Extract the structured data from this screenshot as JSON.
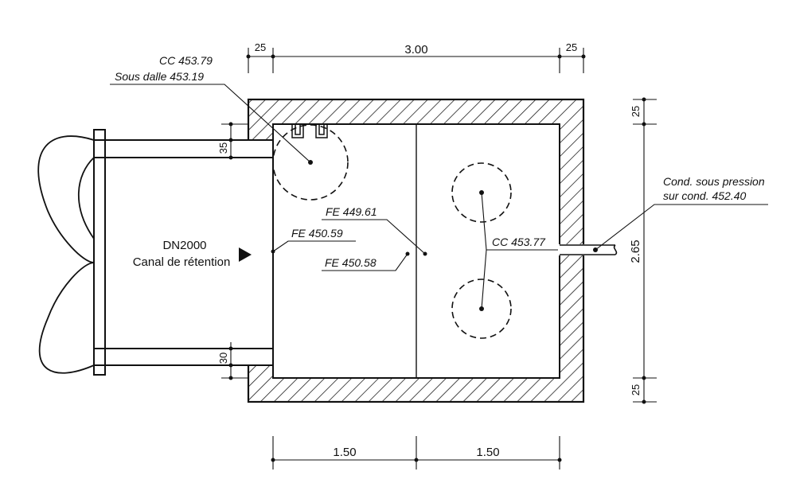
{
  "dimensions": {
    "top_left_wall": "25",
    "top_span": "3.00",
    "top_right_wall": "25",
    "right_top_wall": "25",
    "right_span": "2.65",
    "right_bottom_wall": "25",
    "bottom_left_half": "1.50",
    "bottom_right_half": "1.50",
    "pipe_top_wall": "35",
    "pipe_bottom_wall": "30"
  },
  "annotations": {
    "cc_top_line1": "CC 453.79",
    "cc_top_line2": "Sous dalle 453.19",
    "fe_center": "FE 449.61",
    "fe_inlet": "FE 450.59",
    "fe_lower": "FE 450.58",
    "cc_right": "CC 453.77",
    "cond_line1": "Cond. sous pression",
    "cond_line2": "sur cond. 452.40"
  },
  "pipe": {
    "name_line1": "DN2000",
    "name_line2": "Canal de rétention"
  },
  "colors": {
    "ink": "#111111",
    "background": "#ffffff"
  }
}
